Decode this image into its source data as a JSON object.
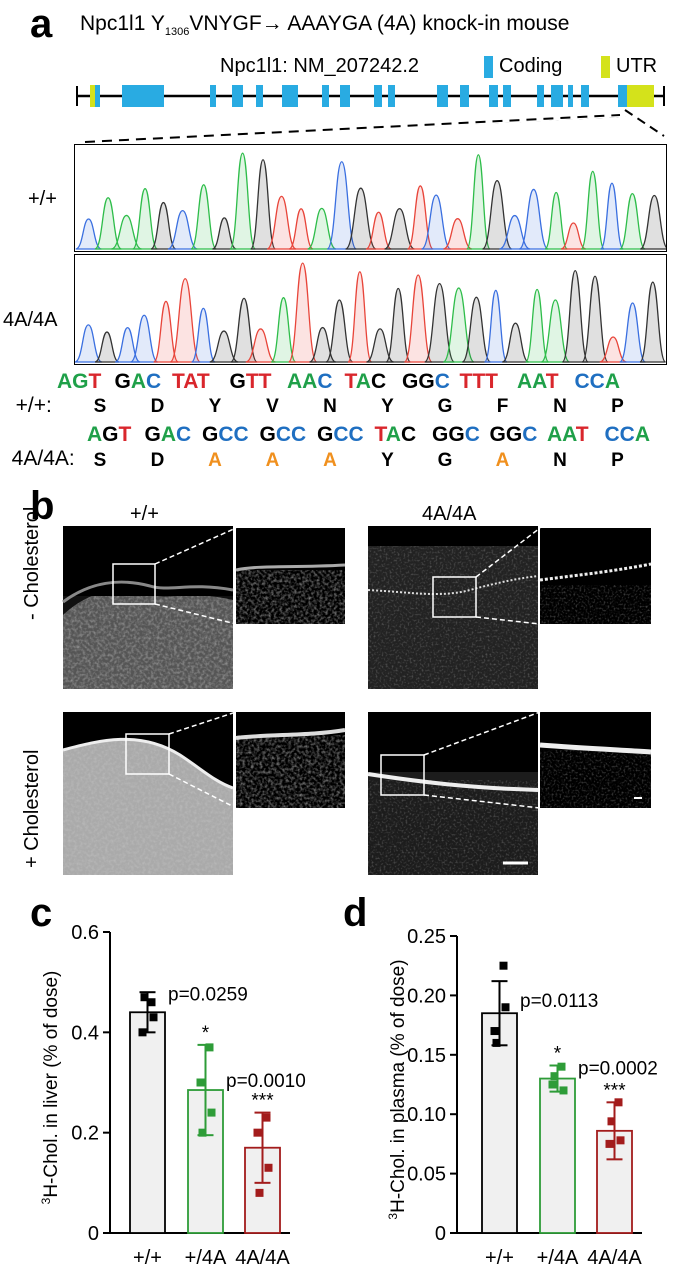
{
  "panel_a": {
    "letter": "a",
    "title_pre": "Npc1l1  Y",
    "title_sub": "1306",
    "title_post": "VNYGF→ AAAYGA (4A) knock-in mouse",
    "gene": "Npc1l1: NM_207242.2",
    "legend_coding": "Coding",
    "legend_utr": "UTR",
    "coding_color": "#29abe2",
    "utr_color": "#d4e21b",
    "row_wt": "+/+",
    "row_ki": "4A/4A",
    "seq_wt_label": "+/+:",
    "seq_ki_label": "4A/4A:",
    "wt_codons": [
      [
        [
          "A",
          "#1fa049"
        ],
        [
          "G",
          "#1fa049"
        ],
        [
          "T",
          "#d9262c"
        ]
      ],
      [
        [
          "G",
          "#000"
        ],
        [
          "A",
          "#1fa049"
        ],
        [
          "C",
          "#1f6fc1"
        ]
      ],
      [
        [
          "T",
          "#d9262c"
        ],
        [
          "A",
          "#d9262c"
        ],
        [
          "T",
          "#d9262c"
        ]
      ],
      [
        [
          "G",
          "#000"
        ],
        [
          "T",
          "#d9262c"
        ],
        [
          "T",
          "#d9262c"
        ]
      ],
      [
        [
          "A",
          "#1fa049"
        ],
        [
          "A",
          "#1fa049"
        ],
        [
          "C",
          "#1f6fc1"
        ]
      ],
      [
        [
          "T",
          "#d9262c"
        ],
        [
          "A",
          "#1fa049"
        ],
        [
          "C",
          "#000"
        ]
      ],
      [
        [
          "G",
          "#000"
        ],
        [
          "G",
          "#000"
        ],
        [
          "C",
          "#1f6fc1"
        ]
      ],
      [
        [
          "T",
          "#d9262c"
        ],
        [
          "T",
          "#d9262c"
        ],
        [
          "T",
          "#d9262c"
        ]
      ],
      [
        [
          "A",
          "#1fa049"
        ],
        [
          "A",
          "#1fa049"
        ],
        [
          "T",
          "#d9262c"
        ]
      ],
      [
        [
          "C",
          "#1f6fc1"
        ],
        [
          "C",
          "#1f6fc1"
        ],
        [
          "A",
          "#1fa049"
        ]
      ]
    ],
    "ki_codons": [
      [
        [
          "A",
          "#1fa049"
        ],
        [
          "G",
          "#000"
        ],
        [
          "T",
          "#d9262c"
        ]
      ],
      [
        [
          "G",
          "#000"
        ],
        [
          "A",
          "#1fa049"
        ],
        [
          "C",
          "#1f6fc1"
        ]
      ],
      [
        [
          "G",
          "#000"
        ],
        [
          "C",
          "#1f6fc1"
        ],
        [
          "C",
          "#1f6fc1"
        ]
      ],
      [
        [
          "G",
          "#000"
        ],
        [
          "C",
          "#1f6fc1"
        ],
        [
          "C",
          "#1f6fc1"
        ]
      ],
      [
        [
          "G",
          "#000"
        ],
        [
          "C",
          "#1f6fc1"
        ],
        [
          "C",
          "#1f6fc1"
        ]
      ],
      [
        [
          "T",
          "#d9262c"
        ],
        [
          "A",
          "#1fa049"
        ],
        [
          "C",
          "#000"
        ]
      ],
      [
        [
          "G",
          "#000"
        ],
        [
          "G",
          "#000"
        ],
        [
          "C",
          "#1f6fc1"
        ]
      ],
      [
        [
          "G",
          "#000"
        ],
        [
          "G",
          "#000"
        ],
        [
          "C",
          "#1f6fc1"
        ]
      ],
      [
        [
          "A",
          "#1fa049"
        ],
        [
          "A",
          "#1fa049"
        ],
        [
          "T",
          "#d9262c"
        ]
      ],
      [
        [
          "C",
          "#1f6fc1"
        ],
        [
          "C",
          "#1f6fc1"
        ],
        [
          "A",
          "#1fa049"
        ]
      ]
    ],
    "wt_aa": [
      "S",
      "D",
      "Y",
      "V",
      "N",
      "Y",
      "G",
      "F",
      "N",
      "P"
    ],
    "ki_aa": [
      "S",
      "D",
      "A",
      "A",
      "A",
      "Y",
      "G",
      "A",
      "N",
      "P"
    ],
    "mut_color": "#f0901e"
  },
  "panel_b": {
    "letter": "b",
    "col_wt": "+/+",
    "col_ki": "4A/4A",
    "row_minus": "- Cholesterol",
    "row_plus": "+ Cholesterol"
  },
  "chart_data": [
    {
      "panel": "c",
      "type": "bar",
      "categories": [
        "+/+",
        "+/4A",
        "4A/4A"
      ],
      "values": [
        0.44,
        0.285,
        0.17
      ],
      "errors": [
        0.04,
        0.09,
        0.07
      ],
      "points": [
        [
          0.46,
          0.4,
          0.43,
          0.47
        ],
        [
          0.37,
          0.3,
          0.24,
          0.2
        ],
        [
          0.23,
          0.2,
          0.13,
          0.08
        ]
      ],
      "colors": [
        "#000000",
        "#2e9c38",
        "#a31c1c"
      ],
      "ylabel_pre": "3",
      "ylabel": "H-Chol. in liver (% of dose)",
      "ylim": [
        0,
        0.6
      ],
      "yticks": [
        "0",
        "0.2",
        "0.4",
        "0.6"
      ],
      "pvalues": [
        "p=0.0259",
        "p=0.0010"
      ],
      "stars": [
        "*",
        "***"
      ]
    },
    {
      "panel": "d",
      "type": "bar",
      "categories": [
        "+/+",
        "+/4A",
        "4A/4A"
      ],
      "values": [
        0.185,
        0.13,
        0.086
      ],
      "errors": [
        0.027,
        0.011,
        0.024
      ],
      "points": [
        [
          0.225,
          0.17,
          0.19,
          0.16
        ],
        [
          0.14,
          0.125,
          0.12,
          0.132
        ],
        [
          0.11,
          0.075,
          0.078,
          0.094
        ]
      ],
      "colors": [
        "#000000",
        "#2e9c38",
        "#a31c1c"
      ],
      "ylabel_pre": "3",
      "ylabel": "H-Chol. in plasma (% of dose)",
      "ylim": [
        0,
        0.25
      ],
      "yticks": [
        "0",
        "0.05",
        "0.10",
        "0.15",
        "0.20",
        "0.25"
      ],
      "pvalues": [
        "p=0.0113",
        "p=0.0002"
      ],
      "stars": [
        "*",
        "***"
      ]
    }
  ]
}
